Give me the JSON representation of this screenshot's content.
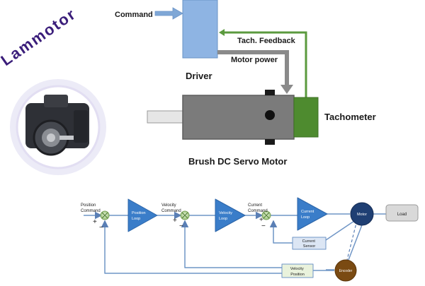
{
  "logo": {
    "text": "Lammotor"
  },
  "top_diagram": {
    "command_label": "Command",
    "driver_label": "Driver",
    "feedback_label": "Tach. Feedback",
    "motor_power_label": "Motor power",
    "tachometer_label": "Tachometer",
    "motor_label": "Brush DC Servo Motor"
  },
  "control_loop": {
    "position_command_label": [
      "Position",
      "Command"
    ],
    "velocity_command_label": [
      "Velocity",
      "Command"
    ],
    "current_command_label": [
      "Current",
      "Command"
    ],
    "plus_sign": "+",
    "minus_sign": "−",
    "position_loop_label": [
      "Position",
      "Loop"
    ],
    "velocity_loop_label": [
      "Velocity",
      "Loop"
    ],
    "current_loop_label": [
      "Current",
      "Loop"
    ],
    "motor_label": "Motor",
    "load_label": "Load",
    "current_sensor_label": [
      "Current",
      "Sensor"
    ],
    "encoder_label": "Encoder",
    "velocity_position_label": [
      "Velocity",
      "Position"
    ]
  },
  "colors": {
    "driver_blue": "#8eb4e3",
    "arrow_gray": "#808080",
    "feedback_green": "#5b9a3e",
    "tacho_green": "#4e8b2f",
    "triangle_blue": "#3a7dc9",
    "motor_navy": "#1f3f73",
    "encoder_brown": "#7a4a12",
    "line_blue": "#6f95c6",
    "logo_purple": "#3a1d7a"
  }
}
